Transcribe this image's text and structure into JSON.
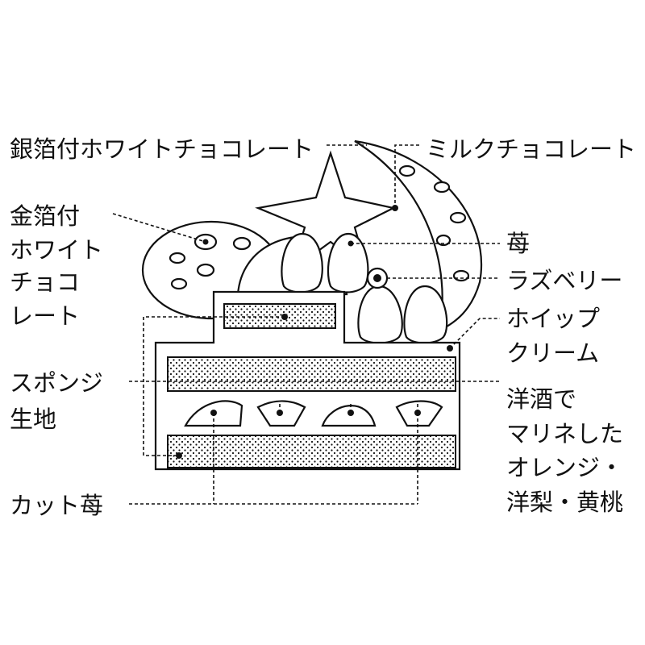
{
  "labels": {
    "silver_white_choc": "銀箔付ホワイトチョコレート",
    "milk_choc": "ミルクチョコレート",
    "gold_white_choc": [
      "金箔付",
      "ホワイト",
      "チョコ",
      "レート"
    ],
    "strawberry": "苺",
    "raspberry": "ラズベリー",
    "whipped_cream": [
      "ホイップ",
      "クリーム"
    ],
    "sponge": [
      "スポンジ",
      "生地"
    ],
    "marinated_fruit": [
      "洋酒で",
      "マリネした",
      "オレンジ・",
      "洋梨・黄桃"
    ],
    "cut_strawberry": "カット苺"
  },
  "colors": {
    "ink": "#111111",
    "background": "#ffffff"
  }
}
